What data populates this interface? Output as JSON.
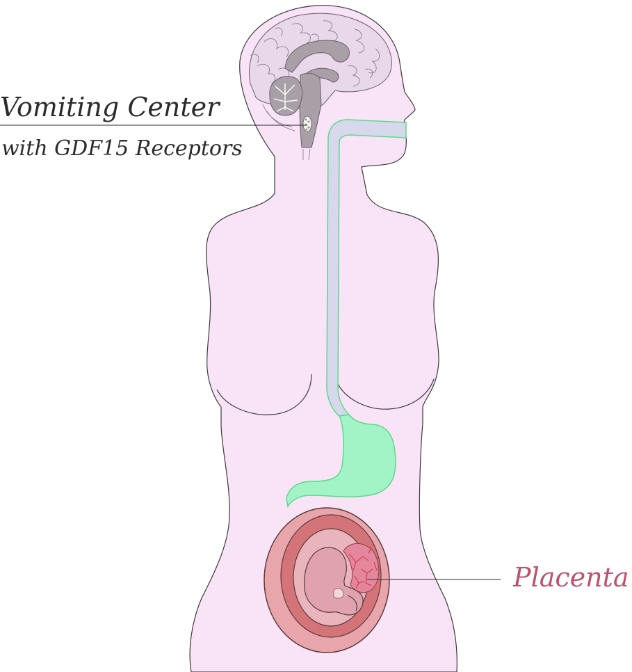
{
  "labels": {
    "vomiting_center": "Vomiting Center",
    "receptors": "with GDF15 Receptors",
    "placenta": "Placenta"
  },
  "colors": {
    "body_fill": "#f9e4f7",
    "body_stroke": "#3a3a3a",
    "brain_fill": "#e8d8ea",
    "brainstem_fill": "#a8a0a6",
    "esophagus_fill": "#d8d8ec",
    "stomach_fill": "#a2f4c6",
    "gi_stroke": "#5cd98a",
    "uterus_outer": "#e8a6ac",
    "uterus_wall": "#d47478",
    "amniotic": "#e9b4bc",
    "fetus": "#dfa2ae",
    "placenta": "#e5879c",
    "placenta_vessels": "#c8324e",
    "placenta_label": "#c0506a"
  }
}
